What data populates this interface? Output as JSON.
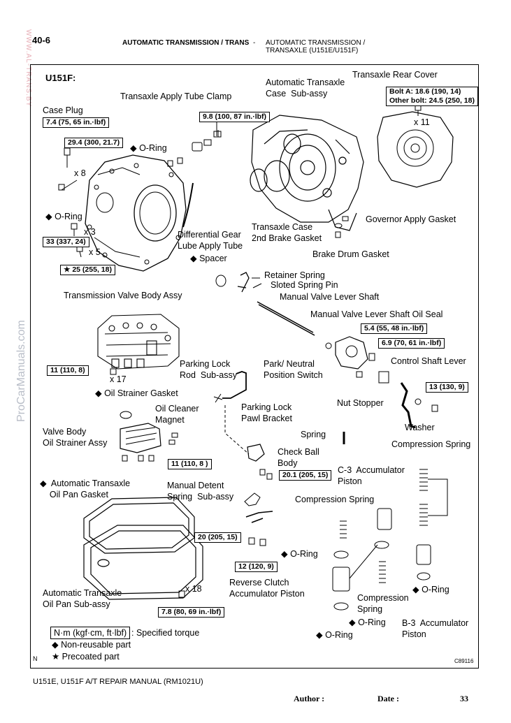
{
  "header": {
    "page_number": "40-6",
    "section": "AUTOMATIC TRANSMISSION / TRANS",
    "separator": "-",
    "subsection_line1": "AUTOMATIC TRANSMISSION /",
    "subsection_line2": "TRANSAXLE (U151E/U151F)"
  },
  "watermarks": {
    "vertical_left": "WWW.AL-TRANS.BY",
    "procar": "ProCarManuals.com"
  },
  "diagram": {
    "model": "U151F:",
    "figure_code": "C89116",
    "north_marker": "N",
    "labels": {
      "transaxle_rear_cover": "Transaxle Rear Cover",
      "automatic_transaxle_case": "Automatic Transaxle\nCase  Sub-assy",
      "transaxle_apply_tube_clamp": "Transaxle Apply Tube Clamp",
      "case_plug": "Case Plug",
      "o_ring_top": "◆ O-Ring",
      "x8": "x 8",
      "o_ring_left": "◆ O-Ring",
      "x3": "x 3",
      "x5": "x 5",
      "x11": "x 11",
      "differential_gear_lube": "Differential Gear\nLube Apply Tube",
      "spacer": "◆ Spacer",
      "transaxle_case_2nd_brake": "Transaxle Case\n2nd Brake Gasket",
      "governor_apply_gasket": "Governor Apply Gasket",
      "brake_drum_gasket": "Brake Drum Gasket",
      "retainer_spring": "Retainer Spring",
      "sloted_spring_pin": "Sloted Spring Pin",
      "manual_valve_lever_shaft": "Manual Valve Lever Shaft",
      "transmission_valve_body": "Transmission Valve Body Assy",
      "manual_valve_lever_shaft_oil_seal": "Manual Valve Lever Shaft Oil Seal",
      "parking_lock_rod": "Parking Lock\nRod  Sub-assy",
      "park_neutral_switch": "Park/ Neutral\nPosition Switch",
      "control_shaft_lever": "Control Shaft Lever",
      "x17": "x 17",
      "oil_strainer_gasket": "◆ Oil Strainer Gasket",
      "nut_stopper": "Nut Stopper",
      "oil_cleaner_magnet": "Oil Cleaner\nMagnet",
      "parking_lock_pawl_bracket": "Parking Lock\nPawl Bracket",
      "washer": "Washer",
      "valve_body_oil_strainer": "Valve Body\nOil Strainer Assy",
      "spring": "Spring",
      "compression_spring_right": "Compression Spring",
      "check_ball_body": "Check Ball\nBody",
      "c3_accumulator_piston": "C-3  Accumulator\nPiston",
      "oil_pan_gasket": "◆  Automatic Transaxle\n    Oil Pan Gasket",
      "manual_detent_spring": "Manual Detent\nSpring  Sub-assy",
      "compression_spring_mid": "Compression Spring",
      "o_ring_mid": "◆ O-Ring",
      "oil_pan_sub_assy": "Automatic Transaxle\nOil Pan Sub-assy",
      "x18": "x 18",
      "reverse_clutch_piston": "Reverse Clutch\nAccumulator Piston",
      "compression_spring_low": "Compression\nSpring",
      "o_ring_right": "◆ O-Ring",
      "o_ring_low1": "◆ O-Ring",
      "o_ring_low2": "◆ O-Ring",
      "b3_accumulator_piston": "B-3  Accumulator\nPiston"
    },
    "torques": {
      "case_plug": "7.4 (75, 65 in.·lbf)",
      "plug_bolt": "29.4 (300, 21.7)",
      "clamp_bolt": "9.8 (100, 87 in.·lbf)",
      "bolt_33": "33 (337, 24)",
      "bolt_25": "★ 25 (255, 18)",
      "rear_cover_a": "Bolt A: 18.6 (190, 14)",
      "rear_cover_other": "Other bolt: 24.5 (250, 18)",
      "switch_small": "5.4 (55, 48 in.·lbf)",
      "switch_nut": "6.9 (70, 61 in.·lbf)",
      "valve_body": "11 (110, 8)",
      "nut_13": "13 (130, 9)",
      "strainer": "11 (110, 8 )",
      "bracket": "20.1 (205, 15)",
      "detent": "20 (205, 15)",
      "detent2": "12 (120, 9)",
      "pan": "7.8 (80, 69 in.·lbf)"
    }
  },
  "legend": {
    "torque_box": "N·m (kgf·cm, ft·lbf)",
    "torque_text": ": Specified torque",
    "non_reusable": "◆  Non-reusable part",
    "precoated": "★ Precoated part"
  },
  "footer": {
    "manual": "U151E, U151F A/T REPAIR MANUAL   (RM1021U)",
    "author": "Author :",
    "date": "Date :",
    "page": "33"
  }
}
